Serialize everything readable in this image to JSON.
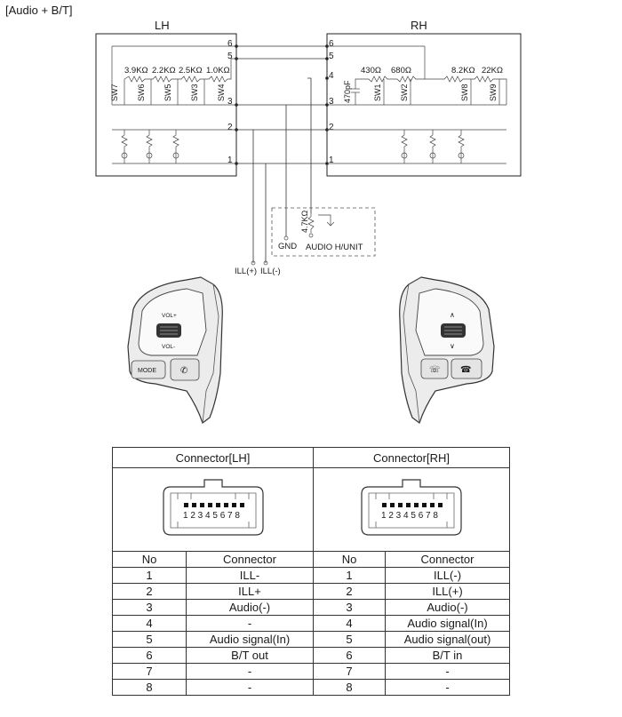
{
  "diagram": {
    "title": "[Audio + B/T]",
    "lh_label": "LH",
    "rh_label": "RH",
    "lh_pins": [
      "6",
      "5",
      "3",
      "2",
      "1"
    ],
    "rh_pins": [
      "6",
      "5",
      "4",
      "3",
      "2",
      "1"
    ],
    "lh_resistors": [
      "3.9KΩ",
      "2.2KΩ",
      "2.5KΩ",
      "1.0KΩ"
    ],
    "lh_switches": [
      "SW7",
      "SW6",
      "SW5",
      "SW3",
      "SW4"
    ],
    "rh_resistors": [
      "430Ω",
      "680Ω",
      "8.2KΩ",
      "22KΩ"
    ],
    "rh_switches": [
      "SW1",
      "SW2",
      "SW8",
      "SW9"
    ],
    "capacitor": "470pF",
    "head_unit_resistor": "4.7KΩ",
    "gnd_label": "GND",
    "head_unit_label": "AUDIO H/UNIT",
    "ill_plus_label": "ILL(+)",
    "ill_minus_label": "ILL(-)"
  },
  "switch_labels": {
    "lh_vol_up": "VOL+",
    "lh_vol_down": "VOL-",
    "lh_mode": "MODE"
  },
  "table": {
    "lh_header": "Connector[LH]",
    "rh_header": "Connector[RH]",
    "pin_numbers": "1 2 3 4 5 6 7 8",
    "col_no": "No",
    "col_connector": "Connector",
    "rows": [
      {
        "lh_no": "1",
        "lh_conn": "ILL-",
        "rh_no": "1",
        "rh_conn": "ILL(-)"
      },
      {
        "lh_no": "2",
        "lh_conn": "ILL+",
        "rh_no": "2",
        "rh_conn": "ILL(+)"
      },
      {
        "lh_no": "3",
        "lh_conn": "Audio(-)",
        "rh_no": "3",
        "rh_conn": "Audio(-)"
      },
      {
        "lh_no": "4",
        "lh_conn": "-",
        "rh_no": "4",
        "rh_conn": "Audio signal(In)"
      },
      {
        "lh_no": "5",
        "lh_conn": "Audio signal(In)",
        "rh_no": "5",
        "rh_conn": "Audio signal(out)"
      },
      {
        "lh_no": "6",
        "lh_conn": "B/T out",
        "rh_no": "6",
        "rh_conn": "B/T in"
      },
      {
        "lh_no": "7",
        "lh_conn": "-",
        "rh_no": "7",
        "rh_conn": "-"
      },
      {
        "lh_no": "8",
        "lh_conn": "-",
        "rh_no": "8",
        "rh_conn": "-"
      }
    ]
  }
}
